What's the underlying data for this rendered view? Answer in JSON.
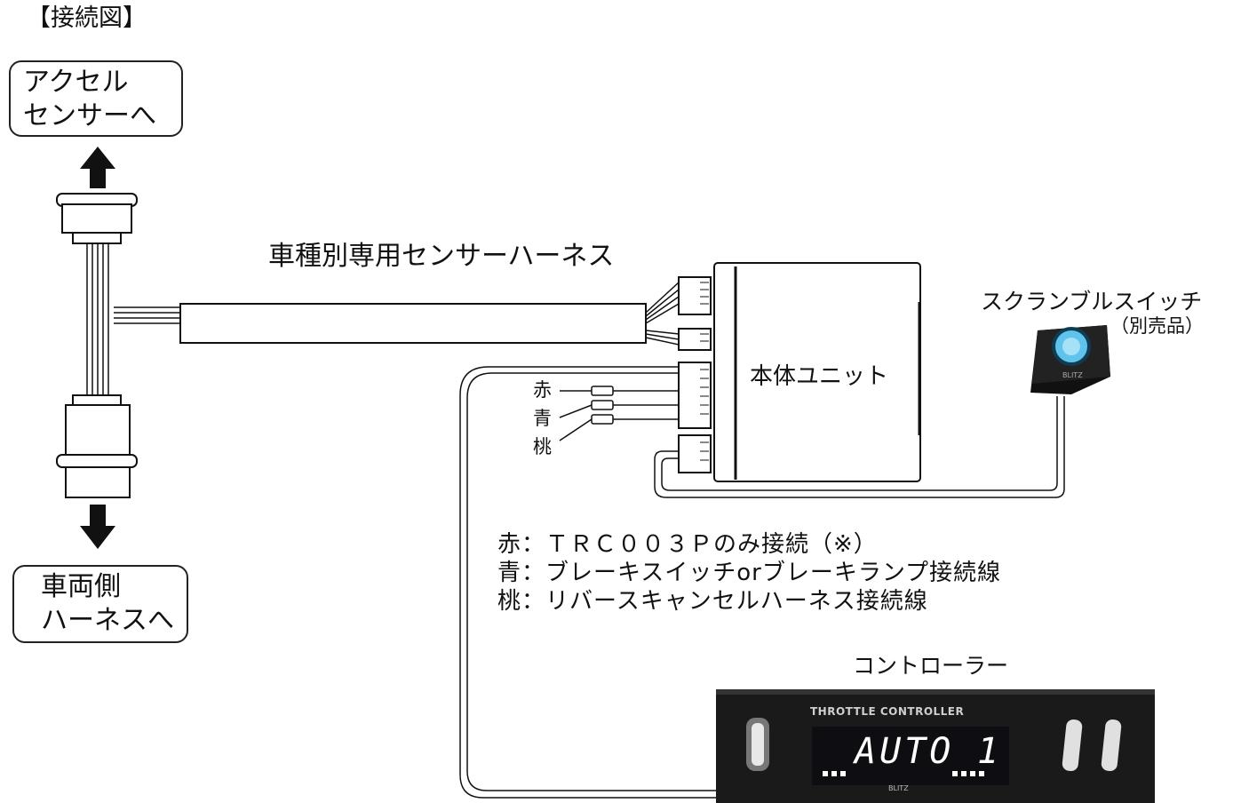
{
  "title": "【接続図】",
  "accel_box": {
    "line1": "アクセル",
    "line2": "センサーへ"
  },
  "vehicle_box": {
    "line1": "車両側",
    "line2": "ハーネスへ"
  },
  "harness_label": "車種別専用センサーハーネス",
  "main_unit_label": "本体ユニット",
  "switch": {
    "label": "スクランブルスイッチ",
    "note": "（別売品）",
    "logo": "BLITZ"
  },
  "wires": {
    "red": "赤",
    "blue": "青",
    "pink": "桃"
  },
  "legend": [
    "赤：ＴＲＣ００３Ｐのみ接続（※）",
    "青：ブレーキスイッチorブレーキランプ接続線",
    "桃：リバースキャンセルハーネス接続線"
  ],
  "controller": {
    "label": "コントローラー",
    "panel_title": "THROTTLE CONTROLLER",
    "display": "AUTO",
    "mode": "1",
    "logo": "BLITZ"
  },
  "colors": {
    "line": "#111111",
    "panel": "#1a1a1a",
    "lcd": "#0d0d12",
    "button_blue": "#5fc3ee"
  }
}
